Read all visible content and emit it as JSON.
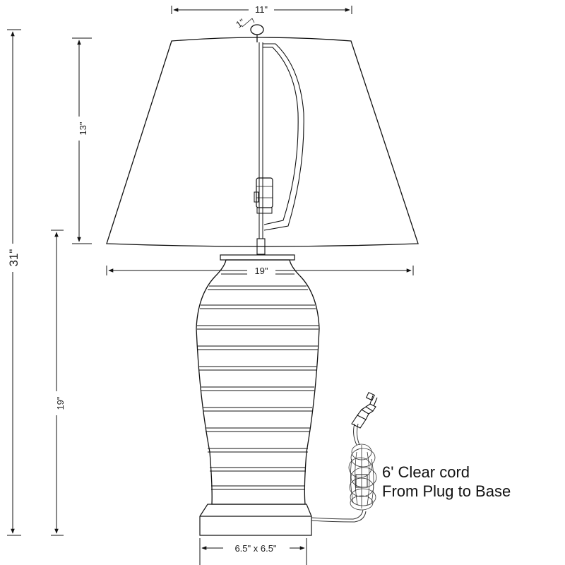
{
  "dimensions": {
    "finial_width": "1\"",
    "shade_top_width": "11\"",
    "shade_height": "13\"",
    "shade_bottom_width": "19\"",
    "overall_height": "31\"",
    "base_height": "19\"",
    "base_footprint": "6.5\" x 6.5\""
  },
  "cord_note": {
    "line1": "6' Clear cord",
    "line2": "From Plug to Base"
  }
}
